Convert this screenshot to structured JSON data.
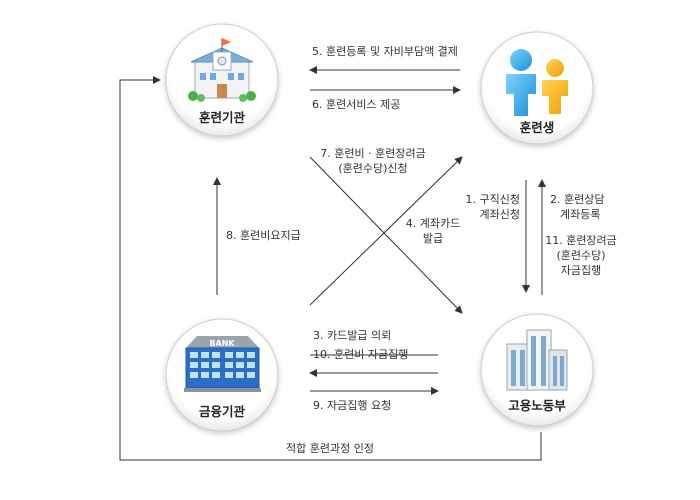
{
  "nodes": {
    "training_institution": "훈련기관",
    "trainee": "훈련생",
    "financial_institution": "금융기관",
    "labor_ministry": "고용노동부"
  },
  "icons": {
    "training_institution": "school-building-icon",
    "trainee": "people-icon",
    "financial_institution": "bank-building-icon",
    "labor_ministry": "office-buildings-icon"
  },
  "bank_sign": "BANK",
  "steps": {
    "s5": "5. 훈련등록 및 자비부담액 결제",
    "s6": "6. 훈련서비스 제공",
    "s7_line1": "7. 훈련비 · 훈련장려금",
    "s7_line2": "(훈련수당)신청",
    "s4_line1": "4. 계좌카드",
    "s4_line2": "발급",
    "s1_line1": "1. 구직신청",
    "s1_line2": "계좌신청",
    "s2_line1": "2. 훈련상담",
    "s2_line2": "계좌등록",
    "s11_line1": "11. 훈련장려금",
    "s11_line2": "(훈련수당)",
    "s11_line3": "자금집행",
    "s8": "8. 훈련비요지급",
    "s3": "3. 카드발급 의뢰",
    "s10": "10. 훈련비 자금집행",
    "s9": "9. 자금집행 요청",
    "bottom": "적합 훈련과정 인정"
  },
  "colors": {
    "line": "#333333",
    "circle_edge": "#c9c9c9",
    "circle_fill": "#ffffff"
  }
}
